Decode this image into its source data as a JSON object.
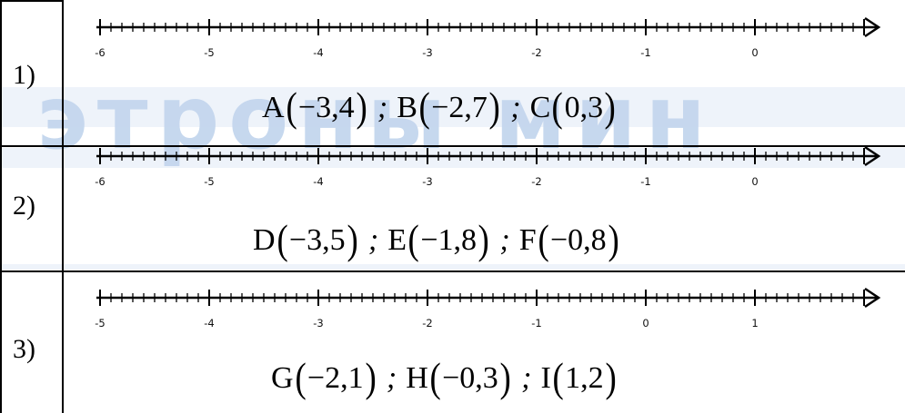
{
  "watermark": "этроны мин",
  "rows": [
    {
      "number": "1)",
      "ticks": [
        "-6",
        "-5",
        "-4",
        "-3",
        "-2",
        "-1",
        "0"
      ],
      "points": [
        {
          "label": "A",
          "value": "−3,4"
        },
        {
          "label": "B",
          "value": "−2,7"
        },
        {
          "label": "C",
          "value": "0,3"
        }
      ]
    },
    {
      "number": "2)",
      "ticks": [
        "-6",
        "-5",
        "-4",
        "-3",
        "-2",
        "-1",
        "0"
      ],
      "points": [
        {
          "label": "D",
          "value": "−3,5"
        },
        {
          "label": "E",
          "value": "−1,8"
        },
        {
          "label": "F",
          "value": "−0,8"
        }
      ]
    },
    {
      "number": "3)",
      "ticks": [
        "-5",
        "-4",
        "-3",
        "-2",
        "-1",
        "0",
        "1"
      ],
      "points": [
        {
          "label": "G",
          "value": "−2,1"
        },
        {
          "label": "H",
          "value": "−0,3"
        },
        {
          "label": "I",
          "value": "1,2"
        }
      ]
    }
  ],
  "separator": ";"
}
